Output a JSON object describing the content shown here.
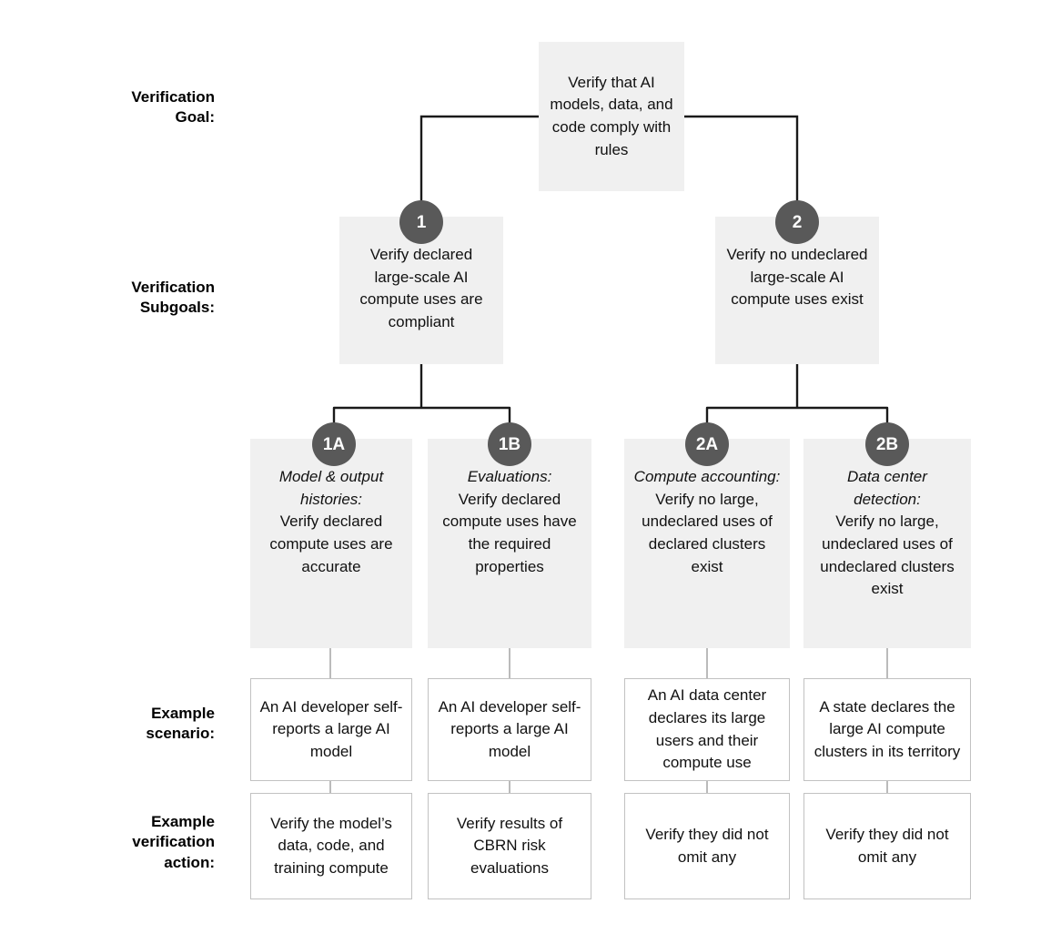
{
  "diagram": {
    "title_implicit": "AI verification goal tree",
    "colors": {
      "box_fill": "#f0f0f0",
      "badge_fill": "#595959",
      "badge_text": "#ffffff",
      "connector_dark": "#1a1a1a",
      "connector_light": "#bbbbbb",
      "white_box_border": "#c2c2c2",
      "text": "#111111",
      "background": "#ffffff"
    }
  },
  "row_labels": {
    "goal": "Verification\nGoal:",
    "subgoals": "Verification\nSubgoals:",
    "example_scenario": "Example\nscenario:",
    "example_action": "Example\nverification\naction:"
  },
  "goal": {
    "text": "Verify that AI models, data, and code comply with rules"
  },
  "subgoals": [
    {
      "badge": "1",
      "text": "Verify declared large-scale AI compute uses are compliant"
    },
    {
      "badge": "2",
      "text": "Verify no undeclared large-scale AI compute uses exist"
    }
  ],
  "sub_subgoals": [
    {
      "badge": "1A",
      "title": "Model & output histories:",
      "text": "Verify declared compute uses are accurate"
    },
    {
      "badge": "1B",
      "title": "Evaluations:",
      "text": "Verify declared compute uses have the required properties"
    },
    {
      "badge": "2A",
      "title": "Compute accounting:",
      "text": "Verify no large, undeclared uses of declared clusters exist"
    },
    {
      "badge": "2B",
      "title": "Data center detection:",
      "text": "Verify no large, undeclared uses of undeclared clusters exist"
    }
  ],
  "example_scenarios": [
    {
      "text": "An AI developer self-reports a large AI model"
    },
    {
      "text": "An AI developer self-reports a large AI model"
    },
    {
      "text": "An AI data center declares its large users and their compute use"
    },
    {
      "text": "A state declares the large AI compute clusters in its territory"
    }
  ],
  "example_actions": [
    {
      "text": "Verify the model’s data, code, and training compute"
    },
    {
      "text": "Verify results of CBRN risk evaluations"
    },
    {
      "text": "Verify they did not omit any"
    },
    {
      "text": "Verify they did not omit any"
    }
  ]
}
